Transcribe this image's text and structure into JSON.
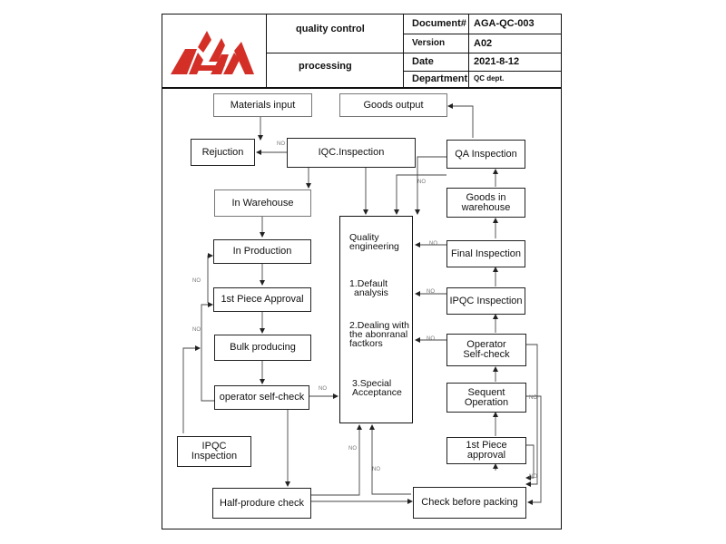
{
  "header": {
    "title_line1": "quality control",
    "title_line2": "processing",
    "fields": [
      {
        "label": "Document#",
        "value": "AGA-QC-003"
      },
      {
        "label": "Version",
        "value": "A02"
      },
      {
        "label": "Date",
        "value": "2021-8-12"
      },
      {
        "label": "Department",
        "value": "QC dept."
      }
    ],
    "logo_color": "#d32f27"
  },
  "flowchart": {
    "left": {
      "materials_input": "Materials input",
      "rejection": "Rejuction",
      "iqc": "IQC.Inspection",
      "in_warehouse": "In  Warehouse",
      "in_production": "In Production",
      "first_piece": "1st Piece Approval",
      "bulk": "Bulk producing",
      "self_check": "operator self-check",
      "ipqc": "IPQC Inspection",
      "half_product": "Half-produre check"
    },
    "center": {
      "title_line1": "Quality",
      "title_line2": "engineering",
      "item1_line1": "1.Default",
      "item1_line2": "analysis",
      "item2_line1": "2.Dealing with",
      "item2_line2": "the abonranal",
      "item2_line3": "factkors",
      "item3_line1": "3.Special",
      "item3_line2": "Acceptance"
    },
    "right": {
      "goods_output": "Goods output",
      "qa": "QA Inspection",
      "goods_wh_line1": "Goods in",
      "goods_wh_line2": "warehouse",
      "final": "Final Inspection",
      "ipqc": "IPQC Inspection",
      "operator_line1": "Operator",
      "operator_line2": "Self-check",
      "sequent": "Sequent Operation",
      "first_piece": "1st Piece approval",
      "check_packing": "Check before packing"
    },
    "no_label": "NO"
  }
}
